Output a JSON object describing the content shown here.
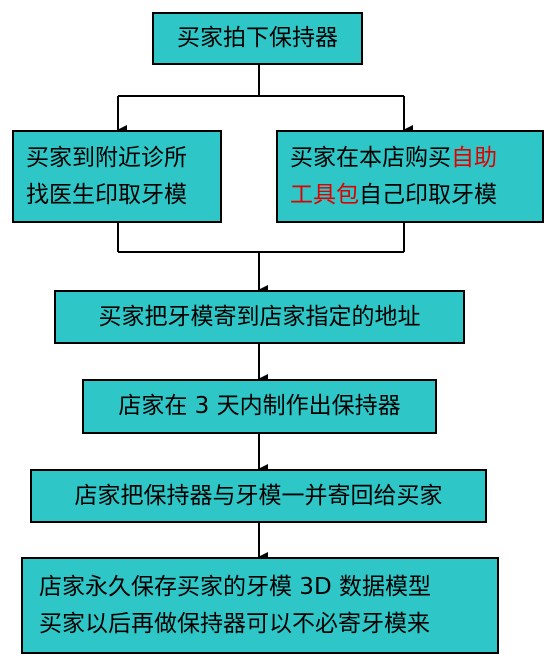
{
  "flowchart": {
    "step1": "买家拍下保持器",
    "left_branch": {
      "line1": "买家到附近诊所",
      "line2": "找医生印取牙模"
    },
    "right_branch": {
      "line1_prefix": "买家在本店购买",
      "line1_highlight": "自助",
      "line2_highlight": "工具包",
      "line2_suffix": "自己印取牙模"
    },
    "step3": "买家把牙模寄到店家指定的地址",
    "step4": "店家在 3 天内制作出保持器",
    "step5": "店家把保持器与牙模一并寄回给买家",
    "step6": {
      "line1": "店家永久保存买家的牙模 3D 数据模型",
      "line2": "买家以后再做保持器可以不必寄牙模来"
    },
    "colors": {
      "box_fill": "#2ec6c6",
      "highlight": "#e00000"
    }
  }
}
